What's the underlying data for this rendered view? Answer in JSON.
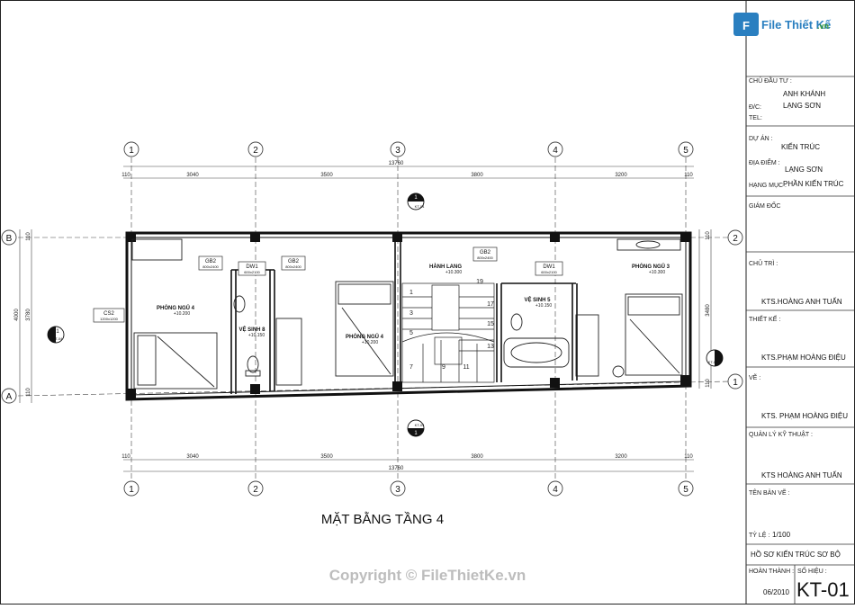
{
  "logo": {
    "brand": "File Thiết Kế",
    "suffix": ".vn"
  },
  "drawing_title": "MẶT BẰNG TẦNG 4",
  "watermark": "Copyright © FileThietKe.vn",
  "grid_axes": {
    "vertical": [
      "1",
      "2",
      "3",
      "4",
      "5"
    ],
    "horizontal": [
      "B",
      "A"
    ],
    "right_side": [
      "2",
      "1"
    ]
  },
  "dimensions": {
    "overall": "13760",
    "spans": [
      "3040",
      "3500",
      "3800",
      "3200"
    ],
    "edge": "110",
    "left_vertical": [
      "4000",
      "3780",
      "110",
      "110"
    ],
    "right_vertical": [
      "3480",
      "110",
      "110"
    ]
  },
  "rooms": [
    {
      "name": "PHÒNG NGỦ 4",
      "level": "+10.200"
    },
    {
      "name": "VỆ SINH 8",
      "level": "+10.150"
    },
    {
      "name": "PHÒNG NGỦ 4",
      "level": "+10.200"
    },
    {
      "name": "HÀNH LANG",
      "level": "+10.300"
    },
    {
      "name": "VỆ SINH 5",
      "level": "+10.150"
    },
    {
      "name": "PHÒNG NGỦ 3",
      "level": "+10.300"
    }
  ],
  "openings": {
    "cs2": "CS2",
    "cs2_size": "1200x1200",
    "gb2": "GB2",
    "gb2_size": "800x2400",
    "dw1": "DW1",
    "dw1_size": "600x2100"
  },
  "section_marks": [
    "1",
    "KT-04"
  ],
  "stair_numbers": [
    "1",
    "3",
    "5",
    "7",
    "9",
    "11",
    "13",
    "15",
    "17",
    "19"
  ],
  "title_block": {
    "owner_label": "CHỦ ĐẦU TƯ :",
    "owner_name": "ANH KHÁNH",
    "address_label": "Đ/C:",
    "address": "LẠNG SƠN",
    "phone_label": "TEL:",
    "project_label": "DỰ ÁN :",
    "project": "KIẾN TRÚC",
    "location_label": "ĐỊA ĐIỂM :",
    "location": "LẠNG SƠN",
    "item_label": "HẠNG MỤC :",
    "item": "PHẦN KIẾN TRÚC",
    "director_label": "GIÁM ĐỐC",
    "lead_label": "CHỦ TRÌ :",
    "lead": "KTS.HOÀNG ANH TUẤN",
    "designer_label": "THIẾT KẾ :",
    "designer": "KTS.PHẠM HOÀNG ĐIỆU",
    "drafter_label": "VẼ :",
    "drafter": "KTS. PHẠM HOÀNG ĐIỆU",
    "qa_label": "QUẢN LÝ KỸ THUẬT :",
    "qa": "KTS HOÀNG ANH TUẤN",
    "drawing_name_label": "TÊN BẢN VẼ :",
    "scale_label": "TỶ LỆ :",
    "scale": "1/100",
    "dossier": "HỒ SƠ KIẾN TRÚC SƠ BỘ",
    "completed_label": "HOÀN THÀNH :",
    "completed": "06/2010",
    "sheet_label": "SỐ HIỆU :",
    "sheet": "KT-01"
  }
}
